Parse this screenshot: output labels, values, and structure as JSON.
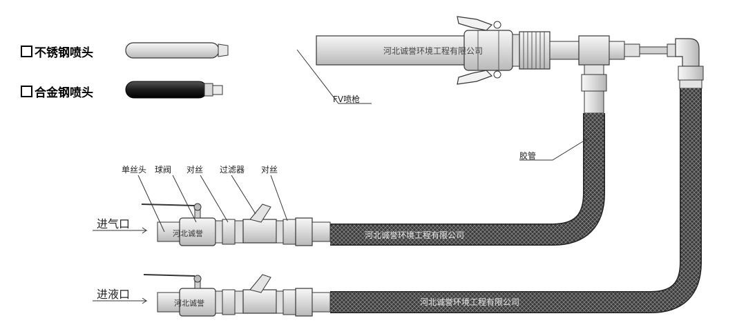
{
  "legend": [
    {
      "label": "不锈钢喷头"
    },
    {
      "label": "合金钢喷头"
    }
  ],
  "labels": {
    "gun": "FV喷枪",
    "hose": "胶管",
    "single_thread": "单丝头",
    "ball_valve": "球阀",
    "thread_1": "对丝",
    "filter": "过滤器",
    "thread_2": "对丝",
    "gas_inlet": "进气口",
    "liquid_inlet": "进液口"
  },
  "watermarks": {
    "barrel": "河北诚誉环境工程有限公司",
    "hose_upper": "河北诚誉环境工程有限公司",
    "hose_lower": "河北诚誉环境工程有限公司",
    "valve_upper": "河北诚誉",
    "valve_lower": "河北诚誉"
  },
  "colors": {
    "line": "#222222",
    "metal": "#e6e6e6",
    "hose": "#3c3c3c",
    "nozzle_dark": "#1e1e1e"
  },
  "icons": {
    "legend_checkbox": "empty-square-checkbox"
  }
}
